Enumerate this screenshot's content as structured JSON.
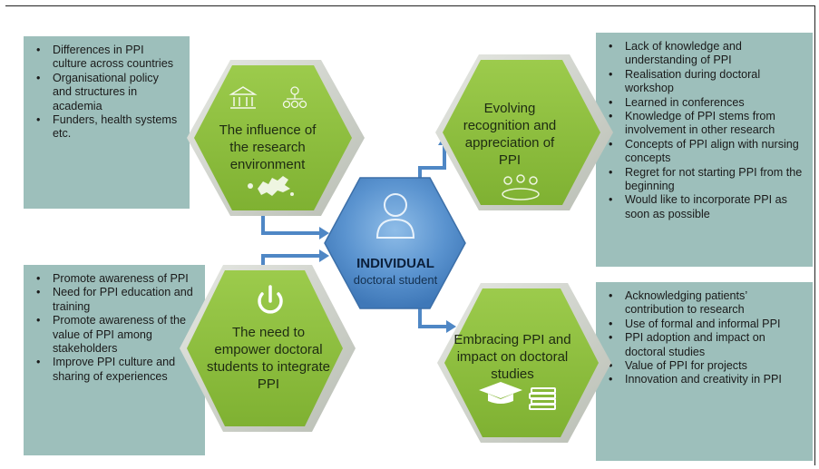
{
  "center": {
    "title": "INDIVIDUAL",
    "subtitle": "doctoral student"
  },
  "hexagons": {
    "top_left": {
      "title": "The influence of the research environment"
    },
    "top_right": {
      "title": "Evolving recognition and appreciation of PPI"
    },
    "bottom_left": {
      "title": "The need to empower doctoral students to integrate PPI"
    },
    "bottom_right": {
      "title": "Embracing PPI and impact on doctoral studies"
    }
  },
  "boxes": {
    "top_left": {
      "items": [
        "Differences in PPI culture across countries",
        "Organisational policy and structures in academia",
        "Funders, health systems etc."
      ]
    },
    "bottom_left": {
      "items": [
        "Promote awareness of PPI",
        "Need for PPI education and training",
        "Promote awareness of the value of PPI among stakeholders",
        "Improve PPI culture and sharing of experiences"
      ]
    },
    "top_right": {
      "items": [
        "Lack of knowledge and understanding of PPI",
        "Realisation during doctoral workshop",
        "Learned in conferences",
        "Knowledge of PPI stems from involvement in other research",
        "Concepts of PPI align with nursing concepts",
        "Regret for not starting PPI from the beginning",
        "Would like to incorporate PPI as soon as possible"
      ]
    },
    "bottom_right": {
      "items": [
        "Acknowledging patients’ contribution to research",
        "Use of formal and informal PPI",
        "PPI adoption and impact on doctoral studies",
        "Value of PPI for projects",
        "Innovation and creativity in PPI"
      ]
    }
  },
  "colors": {
    "box_fill": "#9dbfbb",
    "hex_green": "#8dbf3c",
    "hex_rim": "#cfd3cb",
    "center_blue": "#5a93cf",
    "arrow_blue": "#4f87c5"
  },
  "icons": {
    "top_left": [
      "bank-icon",
      "org-chart-icon",
      "europe-map-icon"
    ],
    "top_right": [
      "meeting-table-icon"
    ],
    "bottom_left": [
      "power-icon"
    ],
    "bottom_right": [
      "graduation-cap-icon",
      "books-icon"
    ],
    "center": [
      "person-icon"
    ]
  }
}
